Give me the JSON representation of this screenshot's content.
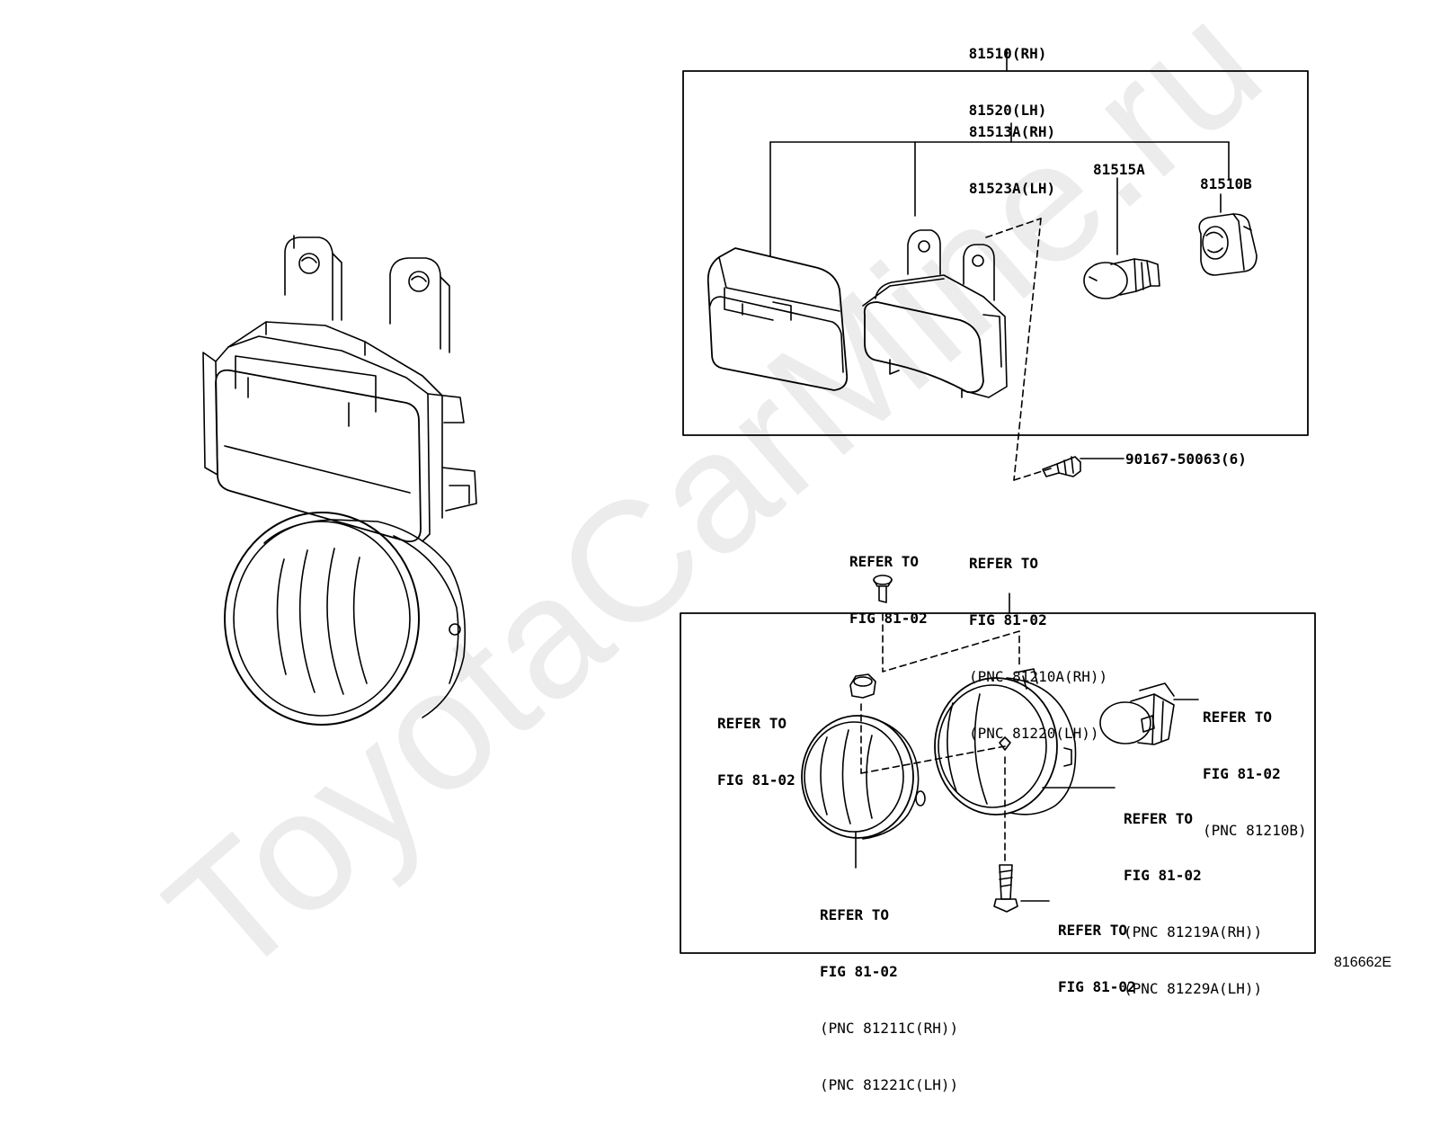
{
  "watermark": "ToyotaCarMine.ru",
  "figure_code": "816662E",
  "callouts": {
    "assembly": [
      "81510(RH)",
      "81520(LH)"
    ],
    "housing": [
      "81513A(RH)",
      "81523A(LH)"
    ],
    "bulb": "81515A",
    "socket": "81510B",
    "screw": "90167-50063(6)",
    "ref_screw_top": [
      "REFER TO",
      "FIG 81-02"
    ],
    "ref_lamp_assy": [
      "REFER TO",
      "FIG 81-02",
      "(PNC 81210A(RH))",
      "(PNC 81220(LH))"
    ],
    "ref_nut": [
      "REFER TO",
      "FIG 81-02"
    ],
    "ref_bulb_lower": [
      "REFER TO",
      "FIG 81-02",
      "(PNC 81210B)"
    ],
    "ref_housing_lower": [
      "REFER TO",
      "FIG 81-02",
      "(PNC 81219A(RH))",
      "(PNC 81229A(LH))"
    ],
    "ref_lens_lower": [
      "REFER TO",
      "FIG 81-02",
      "(PNC 81211C(RH))",
      "(PNC 81221C(LH))"
    ],
    "ref_bolt": [
      "REFER TO",
      "FIG 81-02"
    ]
  }
}
